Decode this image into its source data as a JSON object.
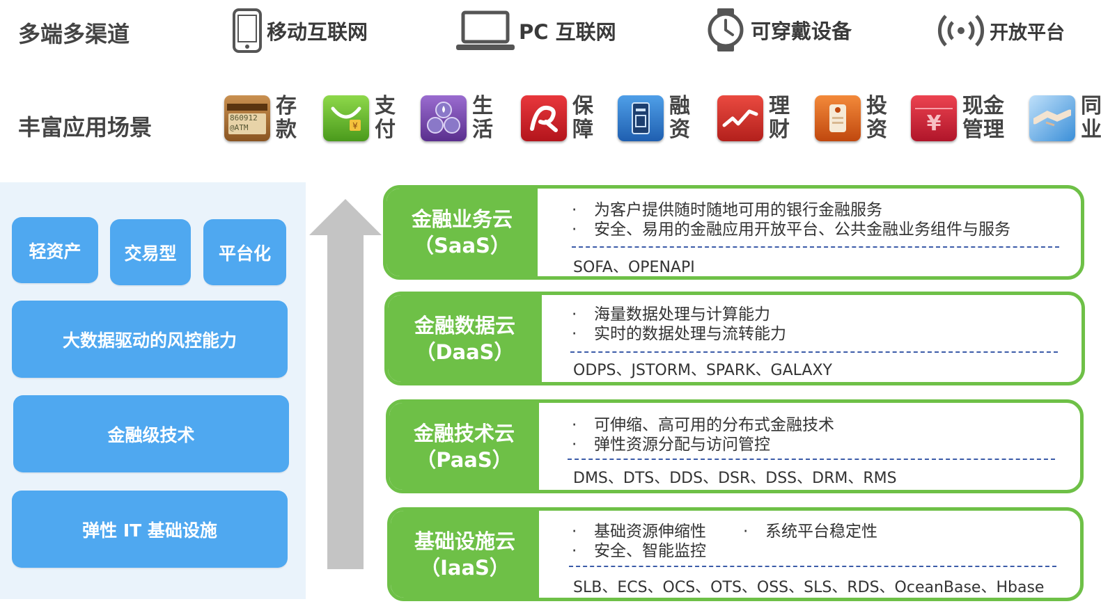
{
  "channels": {
    "title": "多端多渠道",
    "items": [
      {
        "label": "移动互联网",
        "icon": "mobile-phone-icon"
      },
      {
        "label": "PC 互联网",
        "icon": "laptop-icon"
      },
      {
        "label": "可穿戴设备",
        "icon": "smartwatch-icon"
      },
      {
        "label": "开放平台",
        "icon": "broadcast-signal-icon"
      }
    ]
  },
  "scenarios": {
    "title": "丰富应用场景",
    "items": [
      {
        "label": "存\n款",
        "icon": "atm-card-icon",
        "tile_text": "860912\n@ATM",
        "color": "#b07a3a"
      },
      {
        "label": "支\n付",
        "icon": "shopping-bag-icon",
        "color": "#6cbf2f"
      },
      {
        "label": "生\n活",
        "icon": "lifestyle-icon",
        "color": "#7a4fae"
      },
      {
        "label": "保\n障",
        "icon": "insurance-icon",
        "color": "#d9232a"
      },
      {
        "label": "融\n资",
        "icon": "financing-icon",
        "color": "#2f7fd6"
      },
      {
        "label": "理\n财",
        "icon": "wealth-chart-icon",
        "color": "#d8322e"
      },
      {
        "label": "投\n资",
        "icon": "investment-icon",
        "color": "#e8691e"
      },
      {
        "label": "现金\n管理",
        "icon": "cash-management-icon",
        "tile_text": "¥",
        "color": "#d92d3a"
      },
      {
        "label": "同\n业",
        "icon": "handshake-icon",
        "color": "#5aa8e6"
      }
    ]
  },
  "capabilities": {
    "top_row": [
      "轻资产",
      "交易型",
      "平台化"
    ],
    "risk": "大数据驱动的风控能力",
    "tech": "金融级技术",
    "infra": "弹性 IT 基础设施"
  },
  "clouds": [
    {
      "name": "金融业务云",
      "type": "（SaaS）",
      "bullets": [
        "为客户提供随时随地可用的银行金融服务",
        "安全、易用的金融应用开放平台、公共金融业务组件与服务"
      ],
      "tech": "SOFA、OPENAPI"
    },
    {
      "name": "金融数据云",
      "type": "（DaaS）",
      "bullets": [
        "海量数据处理与计算能力",
        "实时的数据处理与流转能力"
      ],
      "tech": "ODPS、JSTORM、SPARK、GALAXY"
    },
    {
      "name": "金融技术云",
      "type": "（PaaS）",
      "bullets": [
        "可伸缩、高可用的分布式金融技术",
        "弹性资源分配与访问管控"
      ],
      "tech": "DMS、DTS、DDS、DSR、DSS、DRM、RMS"
    },
    {
      "name": "基础设施云",
      "type": "（IaaS）",
      "bullets": [
        "基础资源伸缩性",
        "安全、智能监控",
        "系统平台稳定性"
      ],
      "tech": "SLB、ECS、OCS、OTS、OSS、SLS、RDS、OceanBase、Hbase"
    }
  ],
  "colors": {
    "green": "#6ec047",
    "blue": "#4fa8f0",
    "panel": "#eaf3fb",
    "arrow": "#c4c4c4"
  }
}
